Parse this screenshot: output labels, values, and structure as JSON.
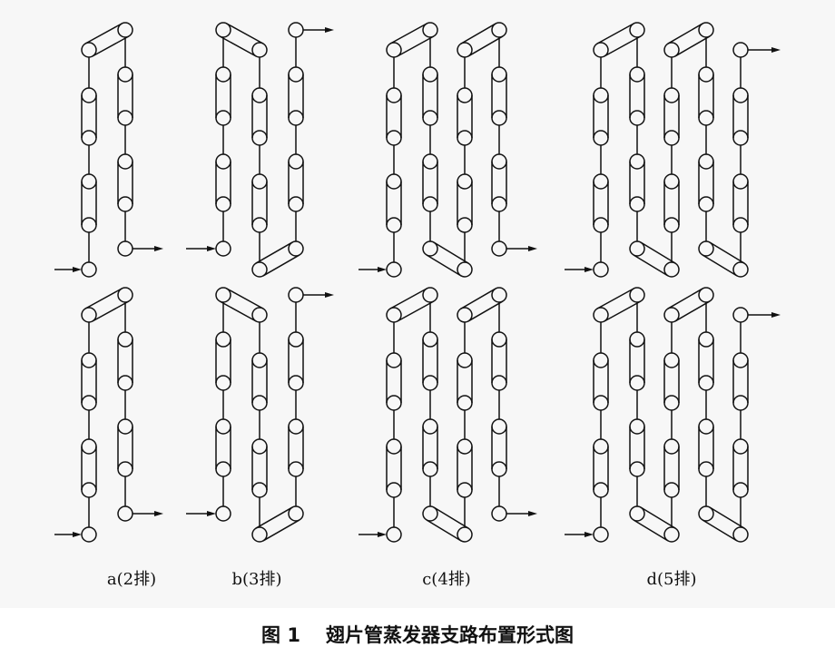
{
  "figure": {
    "number": "图 1",
    "title": "翅片管蒸发器支路布置形式图"
  },
  "colors": {
    "line": "#111111",
    "panel": "#f7f7f7",
    "background": "#ffffff"
  },
  "icons": {
    "inlet": "arrow-right-icon",
    "outlet": "arrow-right-icon",
    "tube": "circle"
  },
  "layouts": [
    {
      "key": "a",
      "label": "a(2排)",
      "rows": 2
    },
    {
      "key": "b",
      "label": "b(3排)",
      "rows": 3
    },
    {
      "key": "c",
      "label": "c(4排)",
      "rows": 4
    },
    {
      "key": "d",
      "label": "d(5排)",
      "rows": 5
    }
  ]
}
